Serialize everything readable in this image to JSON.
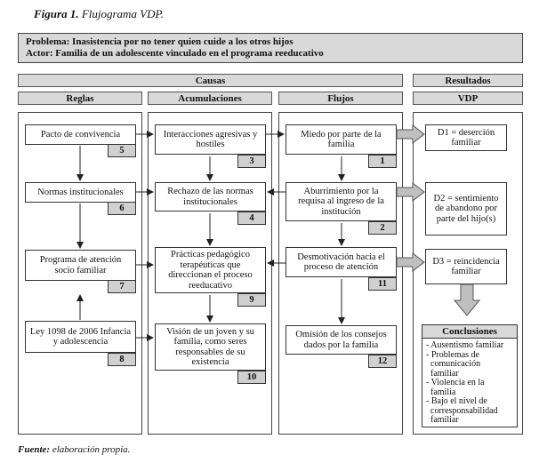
{
  "figure": {
    "label": "Figura 1.",
    "title": "Flujograma VDP."
  },
  "problem": {
    "line1": "Problema: Inasistencia por no tener quien cuide a los otros hijos",
    "line2": "Actor: Familia de un adolescente vinculado en el programa reeducativo"
  },
  "headers": {
    "causas": "Causas",
    "resultados": "Resultados",
    "reglas": "Reglas",
    "acumulaciones": "Acumulaciones",
    "flujos": "Flujos",
    "vdp": "VDP"
  },
  "reglas": [
    {
      "text": "Pacto de convivencia",
      "num": "5"
    },
    {
      "text": "Normas institucionales",
      "num": "6"
    },
    {
      "text": "Programa de atención socio familiar",
      "num": "7"
    },
    {
      "text": "Ley 1098 de 2006 Infancia y adolescencia",
      "num": "8"
    }
  ],
  "acumulaciones": [
    {
      "text": "Interacciones agresivas y hostiles",
      "num": "3"
    },
    {
      "text": "Rechazo de las normas institucionales",
      "num": "4"
    },
    {
      "text": "Prácticas pedagógico terapéuticas que direccionan el proceso reeducativo",
      "num": "9"
    },
    {
      "text": "Visión de un joven y su familia, como seres responsables de su existencia",
      "num": "10"
    }
  ],
  "flujos": [
    {
      "text": "Miedo por parte de la familia",
      "num": "1"
    },
    {
      "text": "Aburrimiento por la requisa al ingreso de la institución",
      "num": "2"
    },
    {
      "text": "Desmotivación hacia el proceso de atención",
      "num": "11"
    },
    {
      "text": "Omisión de los consejos dados por la familia",
      "num": "12"
    }
  ],
  "vdp": [
    {
      "text": "D1 = deserción familiar"
    },
    {
      "text": "D2 = sentimiento de abandono por parte del hijo(s)"
    },
    {
      "text": "D3 = reincidencia familiar"
    }
  ],
  "conclusions": {
    "title": "Conclusiones",
    "items": [
      "- Ausentismo familiar",
      "- Problemas de\n  comunicación\n  familiar",
      "- Violencia en la\n  familia",
      "- Bajo el nivel de\n  corresponsabilidad\n  familiar"
    ]
  },
  "source": {
    "label": "Fuente:",
    "text": "elaboración propia."
  }
}
